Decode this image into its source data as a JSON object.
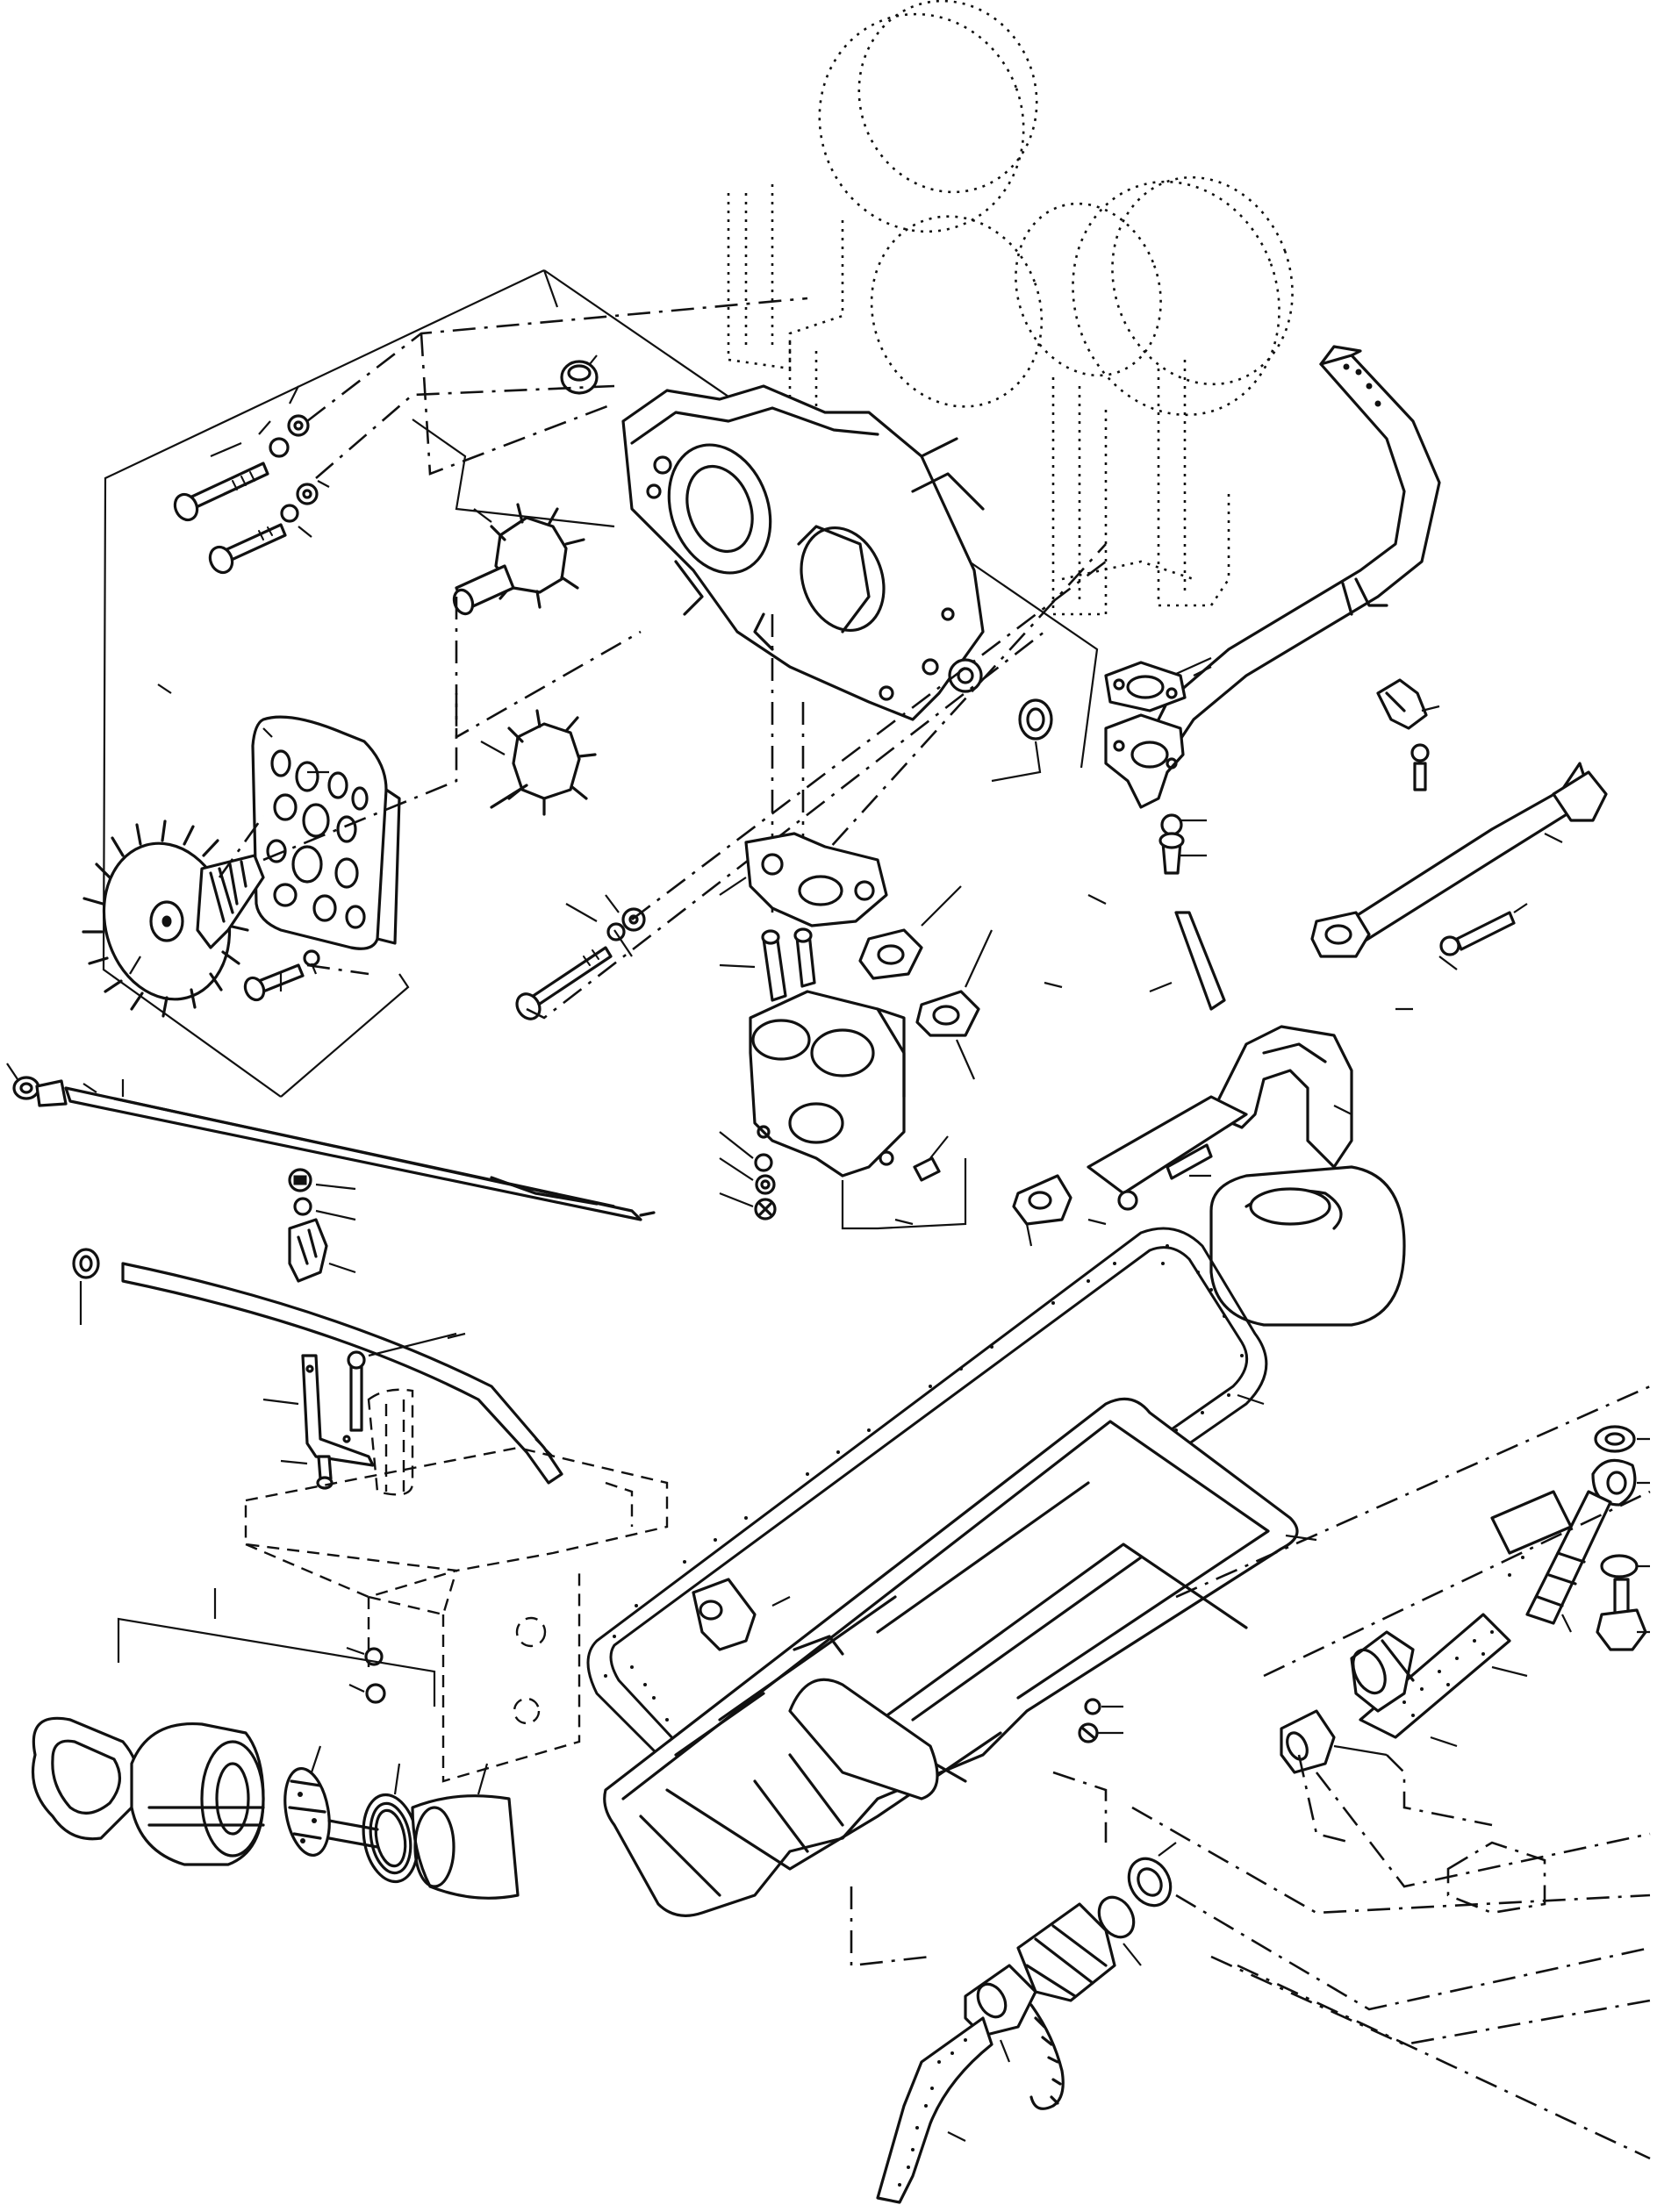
{
  "diagram": {
    "type": "exploded-parts-view",
    "line_color": "#111111",
    "background": "#ffffff",
    "callout_labels_printed": false,
    "assemblies": [
      "engine-block-phantom",
      "oil-pump-housing",
      "oil-pump-gears",
      "drive-gear",
      "pump-cover-plate",
      "oil-suction-pipe",
      "oil-pickup-strainer",
      "oil-filter-head",
      "dipstick",
      "dipstick-tube",
      "sump-gasket",
      "oil-sump-pan",
      "drain-hose-fitting",
      "tube-seal-detail"
    ]
  }
}
